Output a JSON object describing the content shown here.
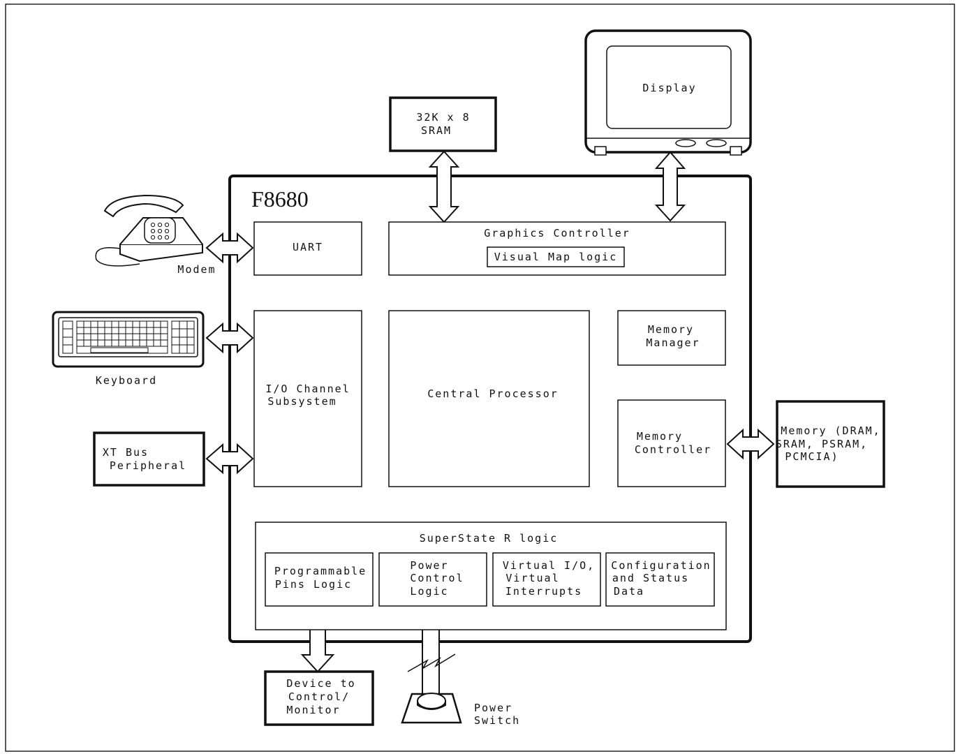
{
  "chip": {
    "title": "F8680"
  },
  "blocks": {
    "uart": "UART",
    "graphics_controller": "Graphics Controller",
    "visual_map_logic": "Visual Map logic",
    "io_channel": [
      "I/O Channel",
      "Subsystem"
    ],
    "central_processor": "Central Processor",
    "memory_manager": [
      "Memory",
      "Manager"
    ],
    "memory_controller": [
      "Memory",
      "Controller"
    ],
    "superstate_logic": "SuperState R logic",
    "programmable_pins": [
      "Programmable",
      "Pins Logic"
    ],
    "power_control": [
      "Power",
      "Control",
      "Logic"
    ],
    "virtual_io": [
      "Virtual I/O,",
      "Virtual",
      "Interrupts"
    ],
    "config_status": [
      "Configuration",
      "and Status",
      "Data"
    ]
  },
  "external": {
    "sram": [
      "32K x 8",
      "SRAM"
    ],
    "display": "Display",
    "modem": "Modem",
    "keyboard": "Keyboard",
    "xt_bus": [
      "XT Bus",
      "Peripheral"
    ],
    "memory": [
      "Memory (DRAM,",
      "SRAM, PSRAM,",
      "PCMCIA)"
    ],
    "device": [
      "Device to",
      "Control/",
      "Monitor"
    ],
    "power_switch": [
      "Power",
      "Switch"
    ]
  }
}
